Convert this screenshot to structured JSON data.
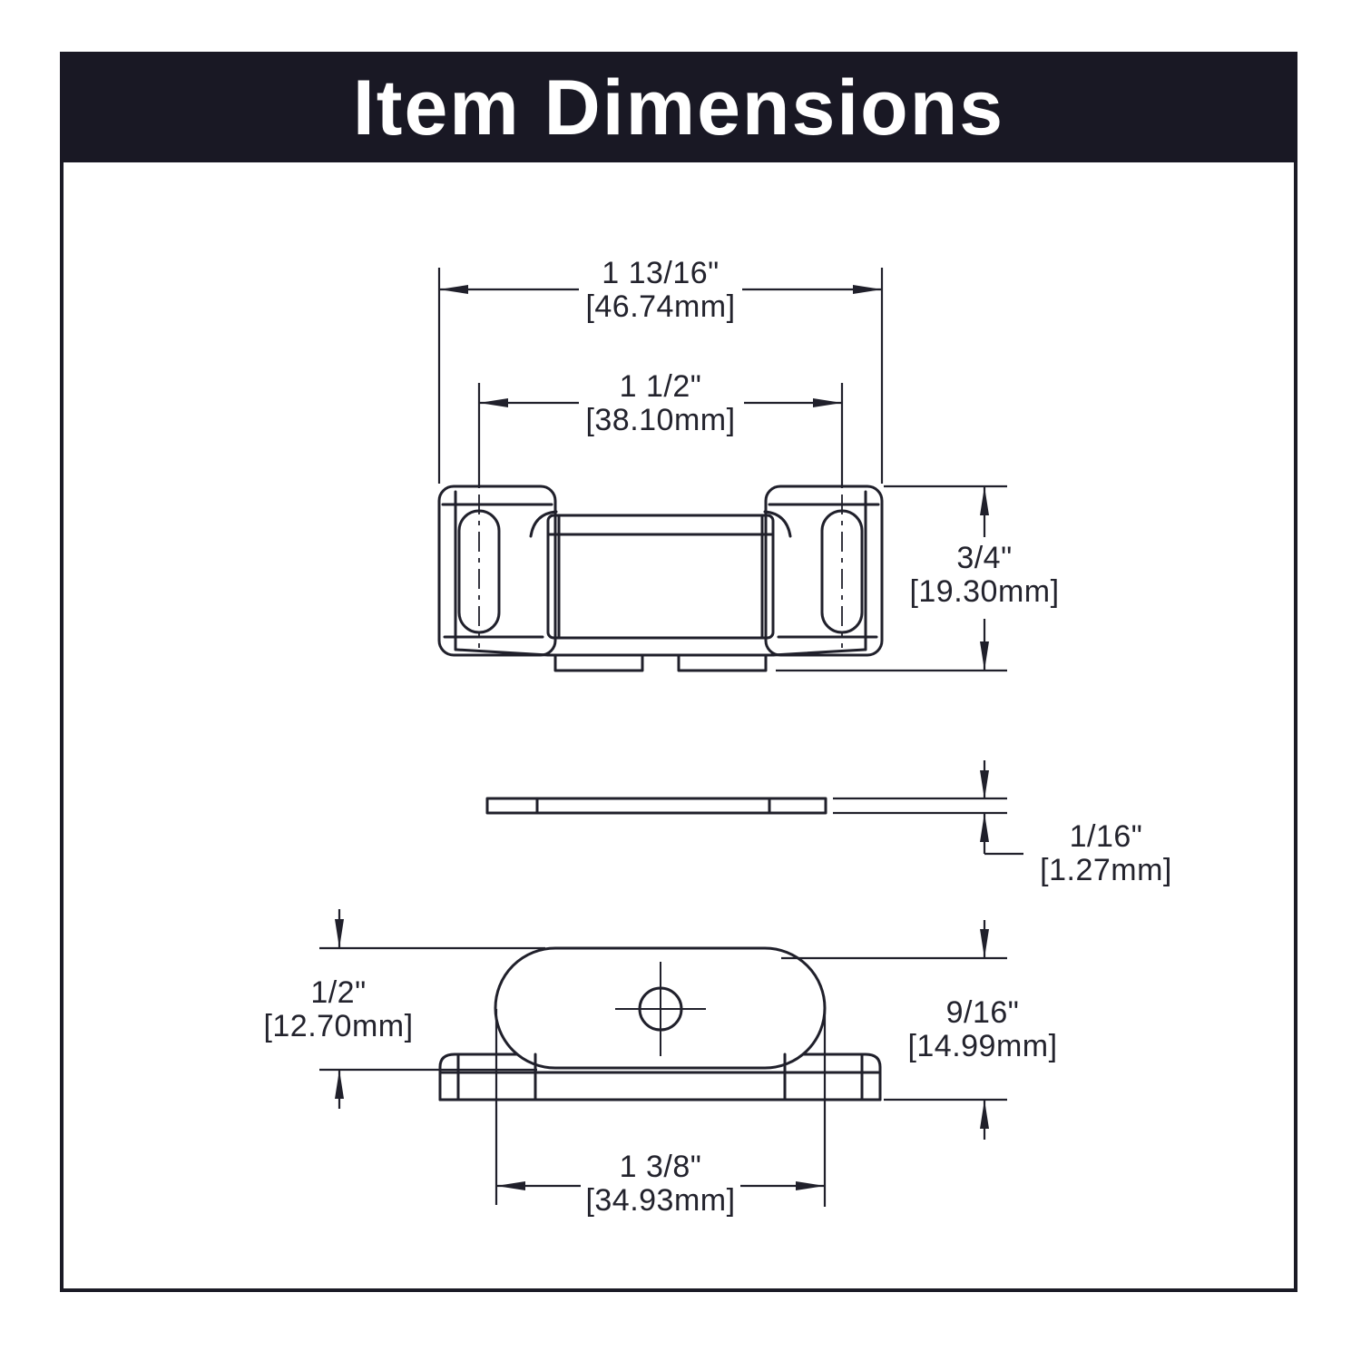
{
  "header": {
    "title": "Item Dimensions"
  },
  "colors": {
    "header_bg": "#191824",
    "line": "#20202b",
    "label_text": "#23232d",
    "page_bg": "#ffffff"
  },
  "dimensions": {
    "overall_width": {
      "inches": "1 13/16\"",
      "metric": "[46.74mm]"
    },
    "screw_center_distance": {
      "inches": "1 1/2\"",
      "metric": "[38.10mm]"
    },
    "front_height": {
      "inches": "3/4\"",
      "metric": "[19.30mm]"
    },
    "plate_thickness": {
      "inches": "1/16\"",
      "metric": "[1.27mm]"
    },
    "body_height": {
      "inches": "1/2\"",
      "metric": "[12.70mm]"
    },
    "overall_height": {
      "inches": "9/16\"",
      "metric": "[14.99mm]"
    },
    "base_length": {
      "inches": "1 3/8\"",
      "metric": "[34.93mm]"
    }
  }
}
